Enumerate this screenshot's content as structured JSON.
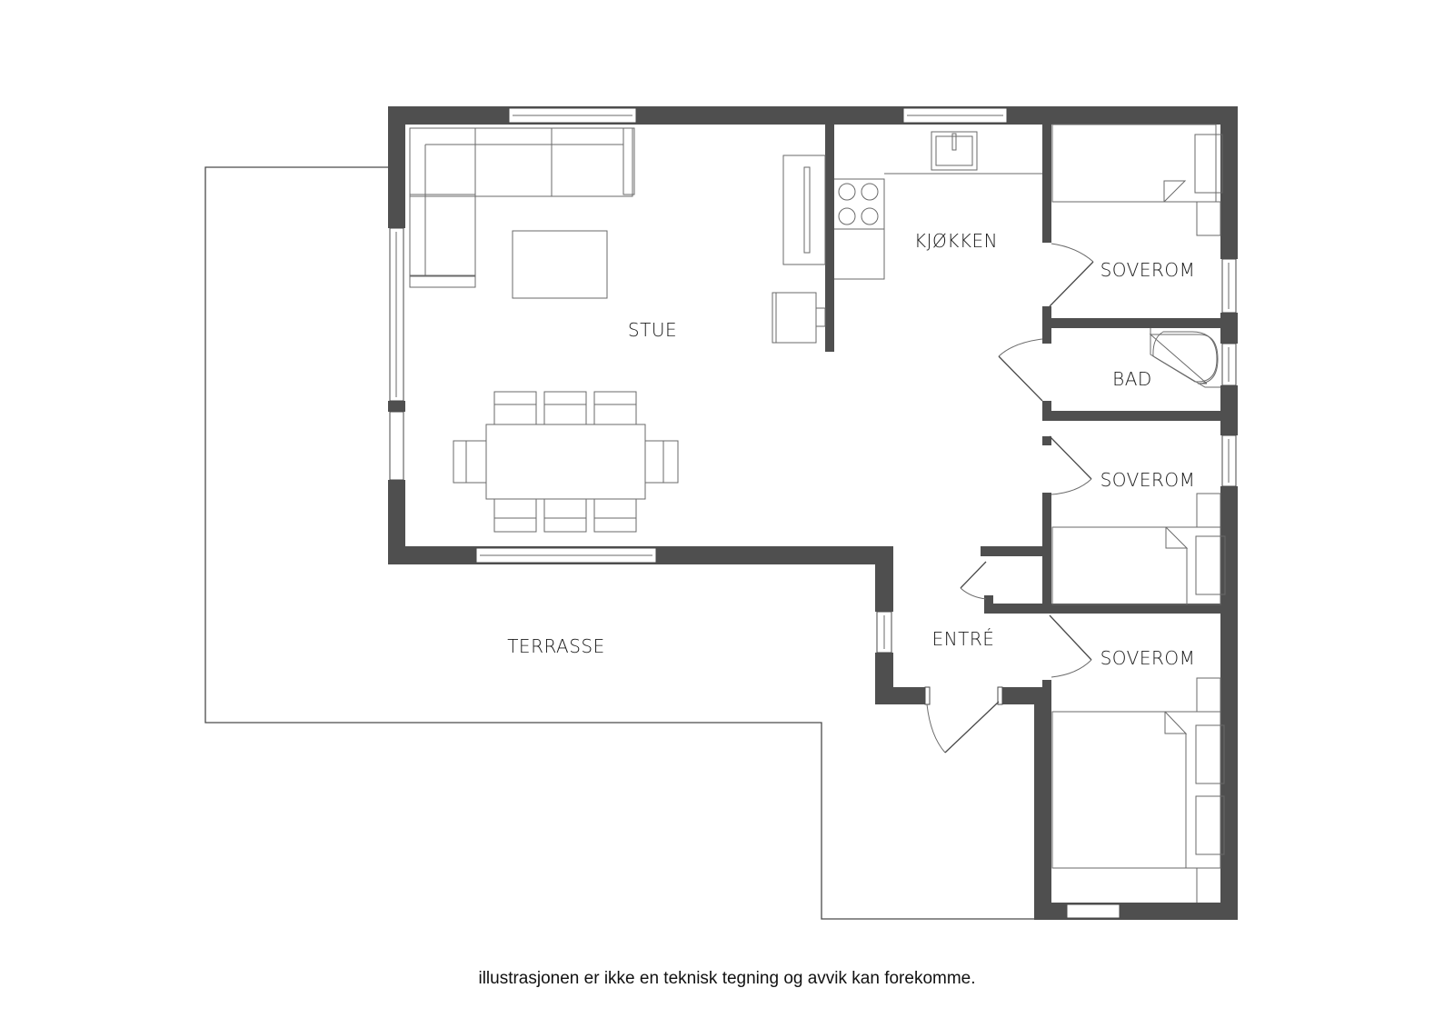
{
  "floorplan": {
    "colors": {
      "wall": "#4f4f4f",
      "line": "#4a4a4a",
      "background": "#ffffff"
    },
    "rooms": [
      {
        "id": "stue",
        "label": "STUE"
      },
      {
        "id": "kjokken",
        "label": "KJØKKEN"
      },
      {
        "id": "soverom1",
        "label": "SOVEROM"
      },
      {
        "id": "bad",
        "label": "BAD"
      },
      {
        "id": "soverom2",
        "label": "SOVEROM"
      },
      {
        "id": "entre",
        "label": "ENTRÉ"
      },
      {
        "id": "soverom3",
        "label": "SOVEROM"
      },
      {
        "id": "terrasse",
        "label": "TERRASSE"
      }
    ]
  },
  "footer": {
    "disclaimer": "illustrasjonen er ikke en teknisk tegning og avvik kan forekomme."
  }
}
